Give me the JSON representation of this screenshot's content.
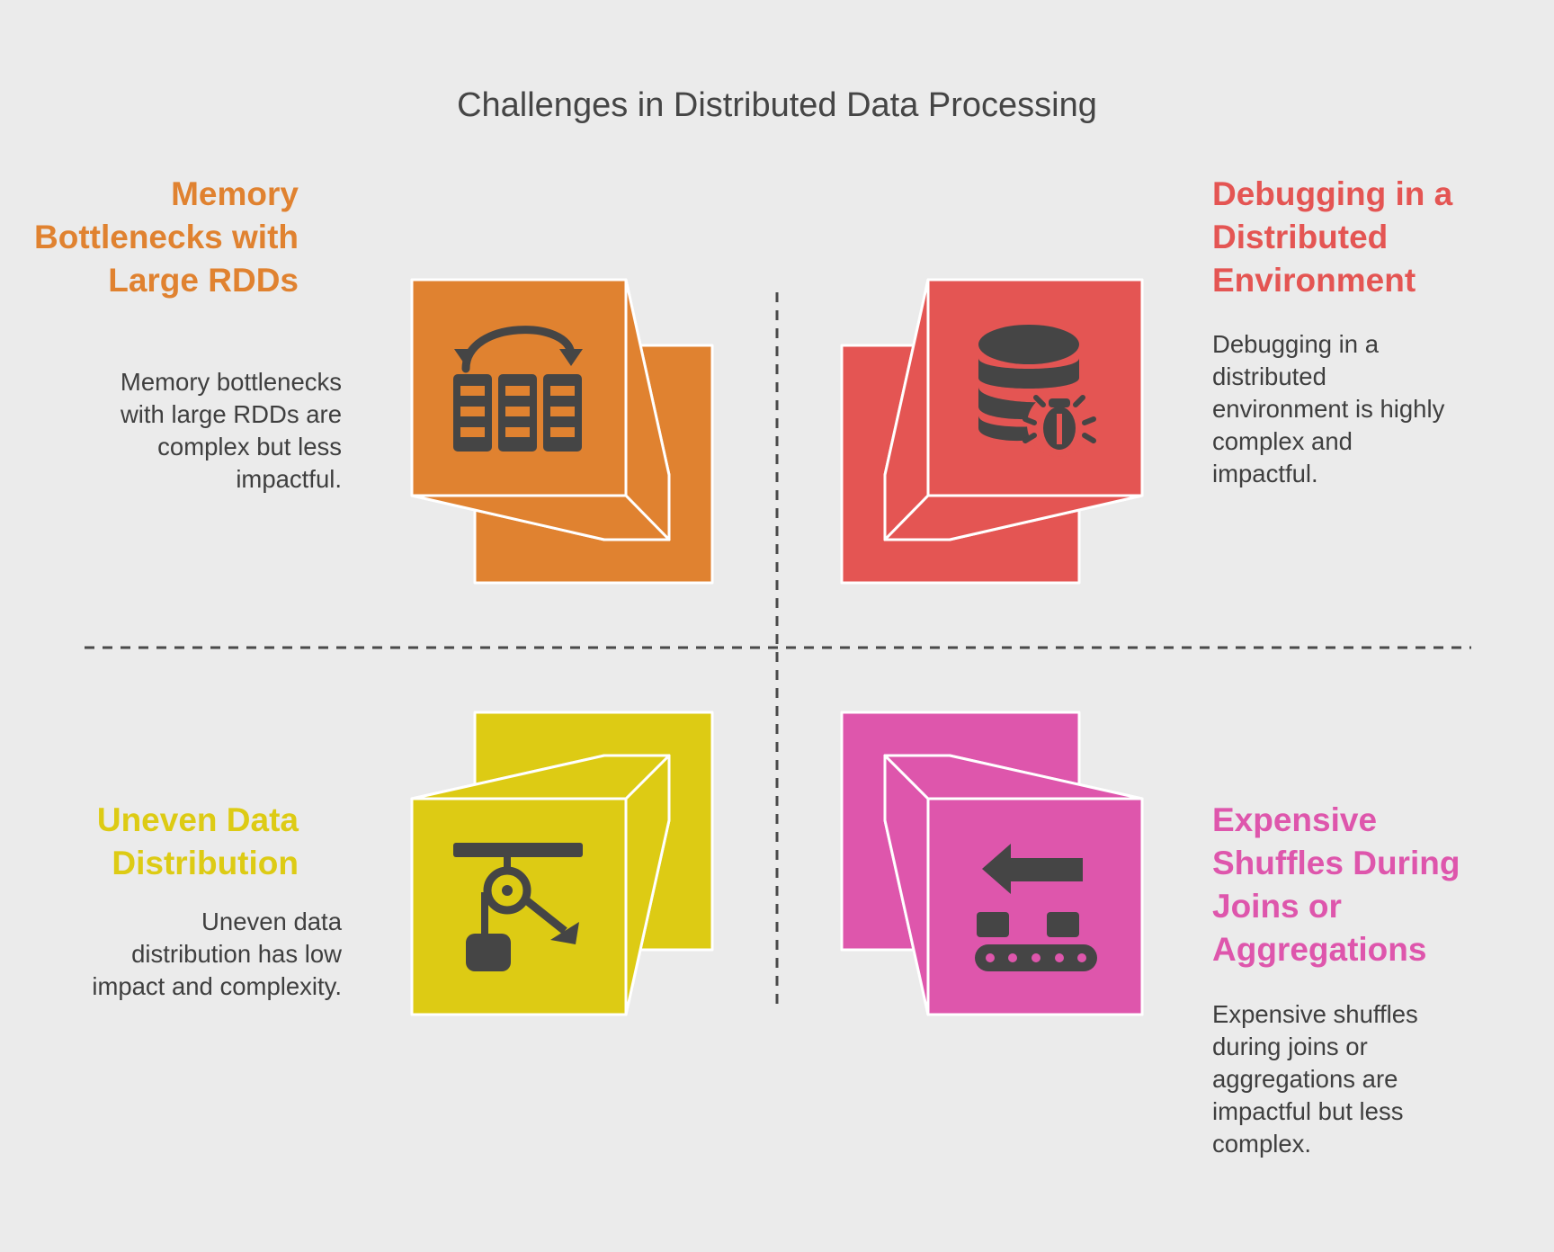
{
  "title": "Challenges in Distributed Data Processing",
  "quadrants": [
    {
      "heading": "Memory Bottlenecks with Large RDDs",
      "description": "Memory bottlenecks with large RDDs are complex but less impactful.",
      "color": "#e08230",
      "icon": "memory-swap-icon"
    },
    {
      "heading": "Debugging in a Distributed Environment",
      "description": "Debugging in a distributed environment is highly complex and impactful.",
      "color": "#e45553",
      "icon": "database-bug-icon"
    },
    {
      "heading": "Uneven Data Distribution",
      "description": "Uneven data distribution has low impact and complexity.",
      "color": "#ddcb14",
      "icon": "pulley-load-icon"
    },
    {
      "heading": "Expensive Shuffles During Joins or Aggregations",
      "description": "Expensive shuffles during joins or aggregations are impactful but less complex.",
      "color": "#de56ac",
      "icon": "conveyor-arrow-icon"
    }
  ],
  "text_color": "#3f3f3f",
  "icon_color": "#454545",
  "divider_color": "#4a4a4a"
}
